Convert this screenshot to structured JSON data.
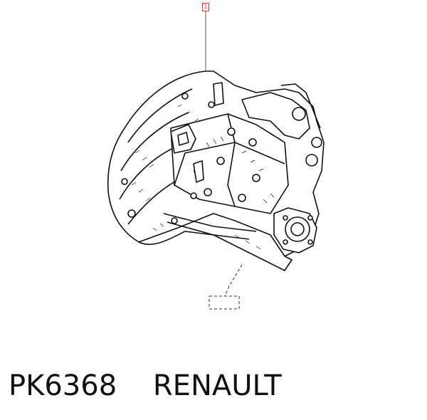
{
  "diagram": {
    "reference_marker": "1",
    "accent_color": "#e03030"
  },
  "caption": {
    "part_number": "PK6368",
    "brand": "RENAULT"
  }
}
